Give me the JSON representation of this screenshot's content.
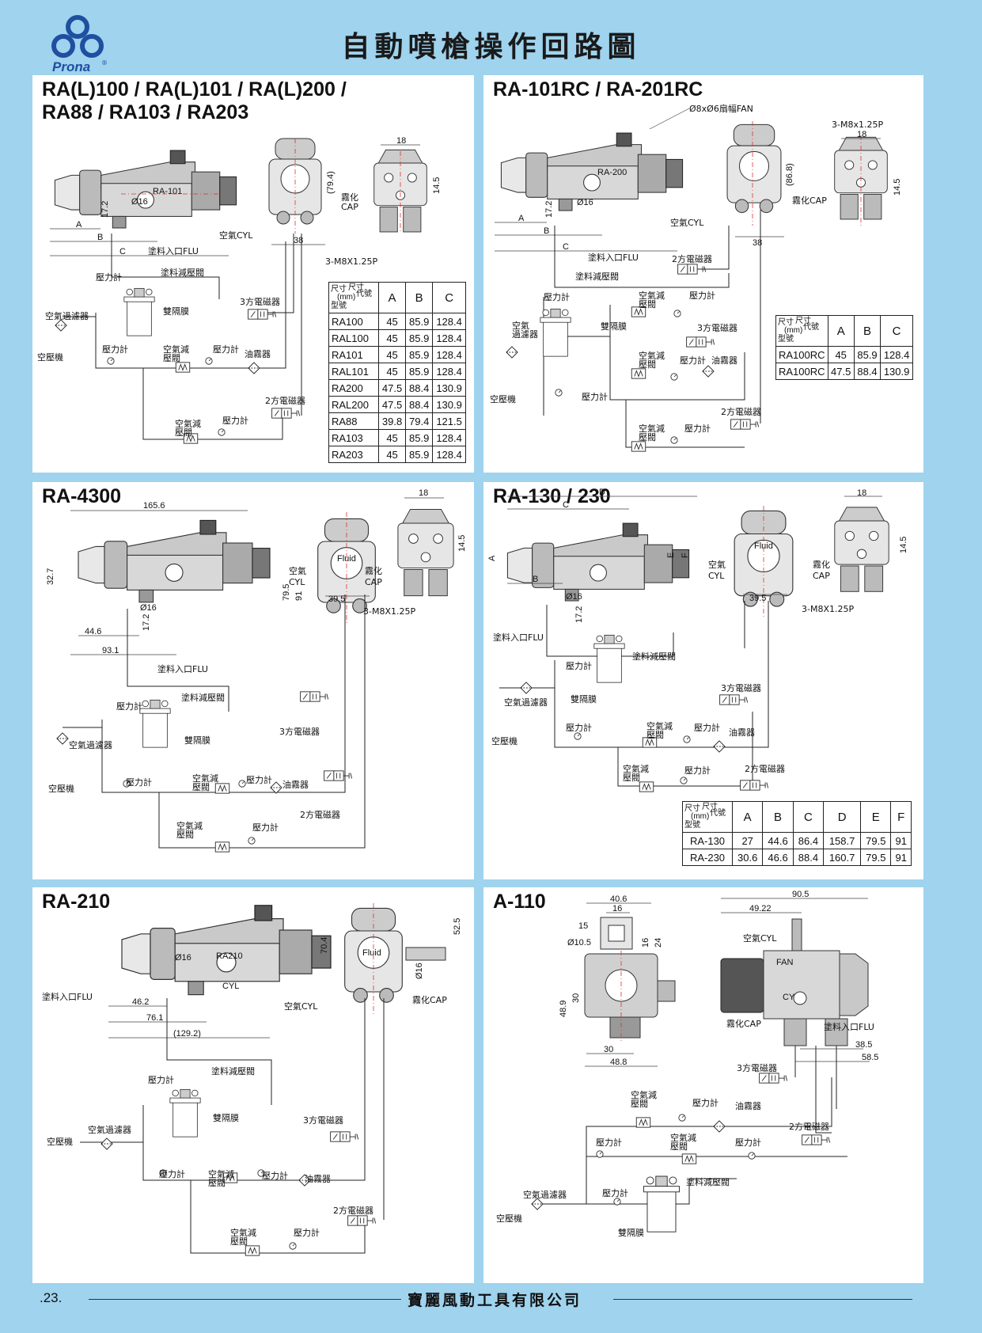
{
  "brand": {
    "name": "Prona",
    "registered": "®"
  },
  "page_title": "自動噴槍操作回路圖",
  "footer": {
    "page_number": ".23.",
    "company": "寶麗風動工具有限公司"
  },
  "panels": {
    "p1": {
      "title_line1": "RA(L)100 / RA(L)101 / RA(L)200 /",
      "title_line2": "RA88 / RA103 / RA203",
      "gun_model_mark": "RA-101",
      "labels": {
        "cap": "霧化",
        "cap2": "CAP",
        "cyl": "空氣CYL",
        "flu": "塗料入口FLU",
        "thread": "3-M8X1.25P",
        "gauge1": "壓力計",
        "fluid_reg": "塗料減壓閥",
        "diaphragm": "雙隔膜",
        "air_filter": "空氣過濾器",
        "compressor": "空壓機",
        "gauge2": "壓力計",
        "air_reg": "空氣減\n壓閥",
        "gauge3": "壓力計",
        "lubricator": "油霧器",
        "valve3": "3方電磁器",
        "valve2": "2方電磁器",
        "air_reg2": "空氣減\n壓閥",
        "gauge4": "壓力計"
      },
      "dims": {
        "d18": "18",
        "d14_5": "14.5",
        "d79_4": "(79.4)",
        "d38": "38",
        "d16": "Ø16",
        "d17_2": "17.2",
        "a": "A",
        "b": "B",
        "c": "C"
      },
      "table": {
        "corner": {
          "size": "尺寸",
          "unit": "(mm)",
          "code": "代號",
          "model": "型號",
          "size2": "尺寸"
        },
        "columns": [
          "A",
          "B",
          "C"
        ],
        "rows": [
          {
            "model": "RA100",
            "A": "45",
            "B": "85.9",
            "C": "128.4"
          },
          {
            "model": "RAL100",
            "A": "45",
            "B": "85.9",
            "C": "128.4"
          },
          {
            "model": "RA101",
            "A": "45",
            "B": "85.9",
            "C": "128.4"
          },
          {
            "model": "RAL101",
            "A": "45",
            "B": "85.9",
            "C": "128.4"
          },
          {
            "model": "RA200",
            "A": "47.5",
            "B": "88.4",
            "C": "130.9"
          },
          {
            "model": "RAL200",
            "A": "47.5",
            "B": "88.4",
            "C": "130.9"
          },
          {
            "model": "RA88",
            "A": "39.8",
            "B": "79.4",
            "C": "121.5"
          },
          {
            "model": "RA103",
            "A": "45",
            "B": "85.9",
            "C": "128.4"
          },
          {
            "model": "RA203",
            "A": "45",
            "B": "85.9",
            "C": "128.4"
          }
        ]
      }
    },
    "p2": {
      "title": "RA-101RC / RA-201RC",
      "gun_model_mark": "RA-200",
      "labels": {
        "fan": "Ø8xØ6扇幅FAN",
        "thread": "3-M8x1.25P",
        "cap": "霧化CAP",
        "cyl": "空氣CYL",
        "flu": "塗料入口FLU",
        "valve2a": "2方電磁器",
        "fluid_reg": "塗料減壓閥",
        "gauge1": "壓力計",
        "air_reg1": "空氣減\n壓閥",
        "gauge2": "壓力計",
        "air_filter": "空氣\n過濾器",
        "diaphragm": "雙隔膜",
        "valve3": "3方電磁器",
        "compressor": "空壓機",
        "gauge3": "壓力計",
        "air_reg2": "空氣減\n壓閥",
        "gauge4": "壓力計",
        "lubricator": "油霧器",
        "valve2b": "2方電磁器",
        "air_reg3": "空氣減\n壓閥",
        "gauge5": "壓力計"
      },
      "dims": {
        "d18": "18",
        "d14_5": "14.5",
        "d86_8": "(86.8)",
        "d38": "38",
        "d16": "Ø16",
        "d17_2": "17.2",
        "a": "A",
        "b": "B",
        "c": "C"
      },
      "table": {
        "corner": {
          "size": "尺寸",
          "unit": "(mm)",
          "code": "代號",
          "model": "型號",
          "size2": "尺寸"
        },
        "columns": [
          "A",
          "B",
          "C"
        ],
        "rows": [
          {
            "model": "RA100RC",
            "A": "45",
            "B": "85.9",
            "C": "128.4"
          },
          {
            "model": "RA100RC",
            "A": "47.5",
            "B": "88.4",
            "C": "130.9"
          }
        ]
      }
    },
    "p3": {
      "title": "RA-4300",
      "labels": {
        "cyl": "空氣",
        "cyl2": "CYL",
        "cap": "霧化",
        "cap2": "CAP",
        "thread": "3-M8X1.25P",
        "flu": "塗料入口FLU",
        "fluid_reg": "塗料減壓閥",
        "gauge1": "壓力計",
        "diaphragm": "雙隔膜",
        "valve3": "3方電磁器",
        "air_filter": "空氣過濾器",
        "compressor": "空壓機",
        "gauge2": "壓力計",
        "air_reg": "空氣減\n壓閥",
        "gauge3": "壓力計",
        "lubricator": "油霧器",
        "valve2": "2方電磁器",
        "air_reg2": "空氣減\n壓閥",
        "gauge4": "壓力計",
        "badge": "Fluid"
      },
      "dims": {
        "d165_6": "165.6",
        "d32_7": "32.7",
        "d79_5": "79.5",
        "d91": "91",
        "d16": "Ø16",
        "d17_2": "17.2",
        "d44_6": "44.6",
        "d93_1": "93.1",
        "d18": "18",
        "d14_5": "14.5",
        "d39_5": "39.5"
      }
    },
    "p4": {
      "title": "RA-130 / 230",
      "labels": {
        "cyl": "空氣",
        "cyl2": "CYL",
        "cap": "霧化",
        "cap2": "CAP",
        "thread": "3-M8X1.25P",
        "flu": "塗料入口FLU",
        "fluid_reg": "塗料減壓閥",
        "gauge1": "壓力計",
        "air_filter": "空氣過濾器",
        "diaphragm": "雙隔膜",
        "valve3": "3方電磁器",
        "compressor": "空壓機",
        "gauge2": "壓力計",
        "air_reg": "空氣減\n壓閥",
        "gauge3": "壓力計",
        "lubricator": "油霧器",
        "valve2": "2方電磁器",
        "air_reg2": "空氣減\n壓閥",
        "gauge4": "壓力計",
        "badge": "Fluid"
      },
      "dims": {
        "a": "A",
        "b": "B",
        "c": "C",
        "d": "D",
        "e": "E",
        "f": "F",
        "d16": "Ø16",
        "d17_2": "17.2",
        "d18": "18",
        "d14_5": "14.5",
        "d39_5": "39.5"
      },
      "table": {
        "corner": {
          "size": "尺寸",
          "unit": "(mm)",
          "code": "代號",
          "model": "型號",
          "size2": "尺寸"
        },
        "columns": [
          "A",
          "B",
          "C",
          "D",
          "E",
          "F"
        ],
        "rows": [
          {
            "model": "RA-130",
            "A": "27",
            "B": "44.6",
            "C": "86.4",
            "D": "158.7",
            "E": "79.5",
            "F": "91"
          },
          {
            "model": "RA-230",
            "A": "30.6",
            "B": "46.6",
            "C": "88.4",
            "D": "160.7",
            "E": "79.5",
            "F": "91"
          }
        ]
      }
    },
    "p5": {
      "title": "RA-210",
      "gun_model_mark": "RA210",
      "labels": {
        "flu": "塗料入口FLU",
        "cyl": "空氣CYL",
        "cap": "霧化CAP",
        "fluid_reg": "塗料減壓閥",
        "gauge1": "壓力計",
        "air_filter": "空氣過濾器",
        "compressor": "空壓機",
        "diaphragm": "雙隔膜",
        "valve3": "3方電磁器",
        "gauge2": "壓力計",
        "air_reg": "空氣減\n壓閥",
        "gauge3": "壓力計",
        "lubricator": "油霧器",
        "valve2": "2方電磁器",
        "air_reg2": "空氣減\n壓閥",
        "gauge4": "壓力計",
        "badge": "Fluid",
        "cylmark": "CYL"
      },
      "dims": {
        "d46_2": "46.2",
        "d76_1": "76.1",
        "d129_2": "(129.2)",
        "d70_4": "70.4",
        "d52_5": "52.5",
        "d16a": "Ø16",
        "d16b": "Ø16"
      }
    },
    "p6": {
      "title": "A-110",
      "labels": {
        "cyl": "空氣CYL",
        "cap": "霧化CAP",
        "flu": "塗料入口FLU",
        "valve3": "3方電磁器",
        "air_reg1": "空氣減\n壓閥",
        "gauge1": "壓力計",
        "lubricator": "油霧器",
        "valve2": "2方電磁器",
        "gauge2": "壓力計",
        "air_reg2": "空氣減\n壓閥",
        "gauge3": "壓力計",
        "fluid_reg": "塗料減壓閥",
        "air_filter": "空氣過濾器",
        "gauge4": "壓力計",
        "compressor": "空壓機",
        "diaphragm": "雙隔膜",
        "fan": "FAN",
        "cylmark": "CYL"
      },
      "dims": {
        "d40_6": "40.6",
        "d16": "16",
        "d15": "15",
        "d10_5": "Ø10.5",
        "d16v": "16",
        "d24": "24",
        "d48_9": "48.9",
        "d30v": "30",
        "d30": "30",
        "d48_8": "48.8",
        "d90_5": "90.5",
        "d49_22": "49.22",
        "d38_5": "38.5",
        "d58_5": "58.5"
      }
    }
  }
}
